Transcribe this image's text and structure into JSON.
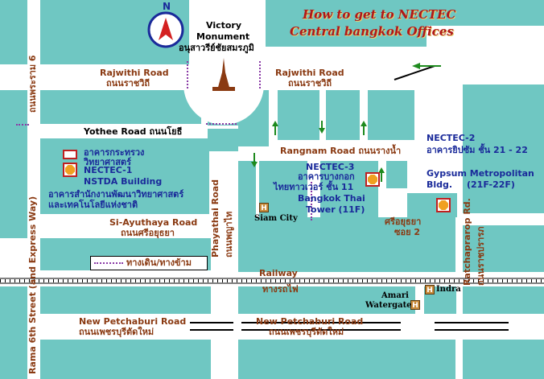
{
  "title": {
    "line1": "How to get to NECTEC",
    "line2": "Central bangkok Offices"
  },
  "compass_letter": "N",
  "landmark": {
    "name_en": "Victory",
    "name_en2": "Monument",
    "name_th": "อนุสาวรีย์ชัยสมรภูมิ"
  },
  "roads": {
    "rajwithi_left": {
      "en": "Rajwithi Road",
      "th": "ถนนราชวิถี"
    },
    "rajwithi_right": {
      "en": "Rajwithi Road",
      "th": "ถนนราชวิถี"
    },
    "yothee": {
      "en": "Yothee Road",
      "th": "ถนนโยธี"
    },
    "rangnam": {
      "en": "Rangnam Road",
      "th": "ถนนรางน้ำ"
    },
    "si_ayuthaya": {
      "en": "Si-Ayuthaya Road",
      "th": "ถนนศรีอยุธยา"
    },
    "railway": {
      "en": "Railway",
      "th": "ทางรถไฟ"
    },
    "petchaburi_left": {
      "en": "New Petchaburi Road",
      "th": "ถนนเพชรบุรีตัดใหม่"
    },
    "petchaburi_right": {
      "en": "New Petchaburi Road",
      "th": "ถนนเพชรบุรีตัดใหม่"
    },
    "rama6_th": "ถนนพระราม 6",
    "rama6_en": "Rama 6th Street (and Express Way)",
    "phayathai_en": "Phayathai Road",
    "phayathai_th": "ถนนพญาไท",
    "ratchaprarop_en": "Ratchaprarop Rd.",
    "ratchaprarop_th": "ถนนราชปรารภ"
  },
  "places": {
    "ministry": {
      "line1": "อาคารกระทรวง",
      "line2": "วิทยาศาสตร์"
    },
    "nectec1": {
      "name": "NECTEC-1",
      "building": "NSTDA Building",
      "th1": "อาคารสำนักงานพัฒนาวิทยาศาสตร์",
      "th2": "และเทคโนโลยีแห่งชาติ"
    },
    "nectec2": {
      "name": "NECTEC-2",
      "th1": "อาคารยิปซัม ชั้น 21 - 22",
      "en1": "Gypsum Metropolitan",
      "en2": "Bldg.",
      "floors": "(21F-22F)"
    },
    "nectec3": {
      "name": "NECTEC-3",
      "th1": "อาคารบางกอก",
      "th2": "ไทยทาวเวอร์ ชั้น 11",
      "en1": "Bangkok Thai",
      "en2": "Tower (11F)"
    },
    "siam_city": "Siam City",
    "amari_line1": "Amari",
    "amari_line2": "Watergate",
    "indra": "Indra",
    "soi": {
      "line1": "ศรีอยุธยา",
      "line2": "ซอย 2"
    }
  },
  "legend": {
    "walkway": "ทางเดิน/ทางข้าม"
  },
  "colors": {
    "block": "#6fc7c2",
    "road_label": "#8a3a12",
    "office_label": "#1a2a9a",
    "title": "#b01818",
    "arrow": "#1e8a1e",
    "walkway": "#8a3aa6"
  }
}
